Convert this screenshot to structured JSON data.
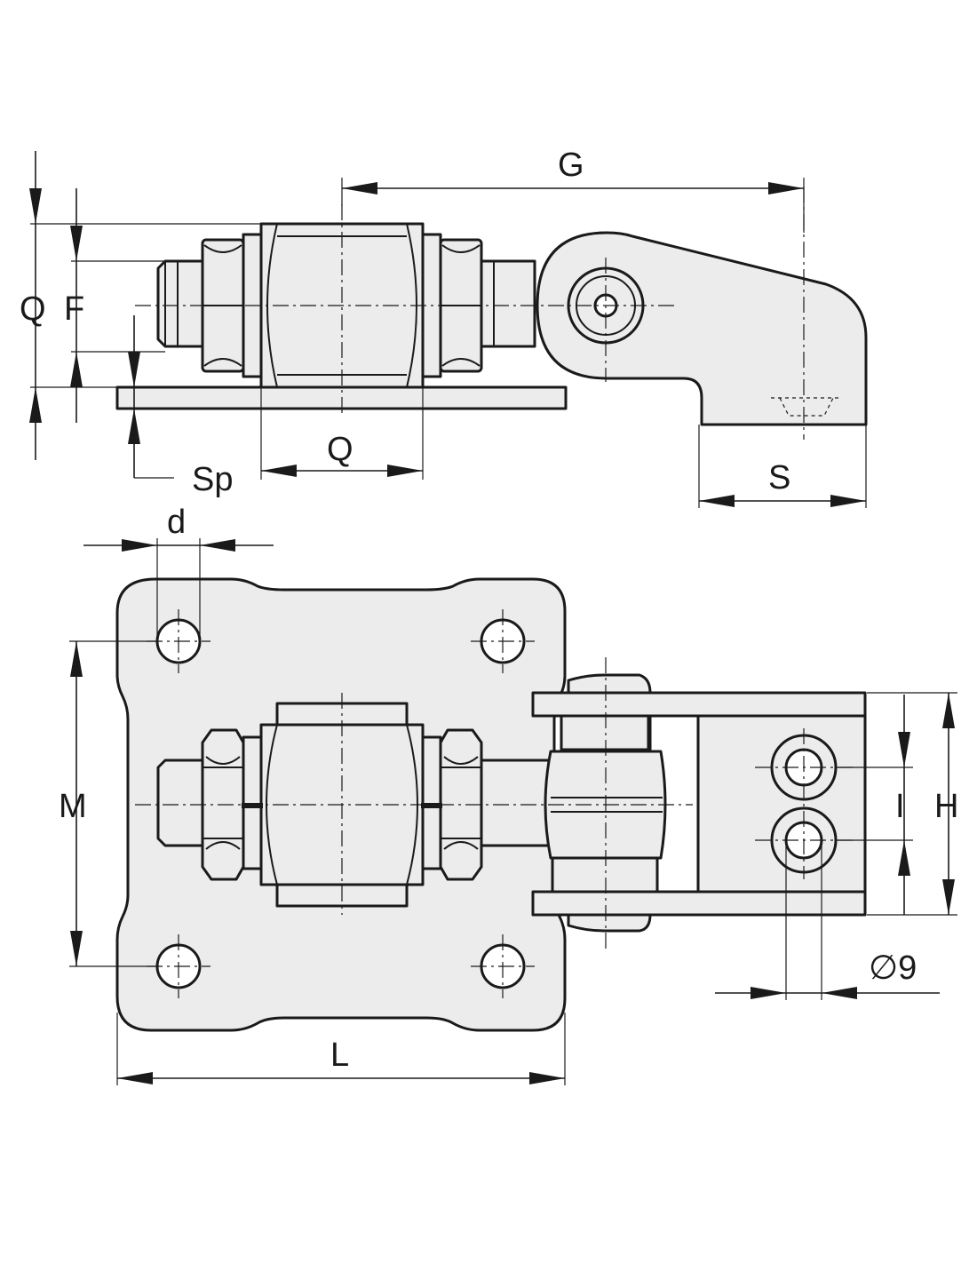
{
  "labels": {
    "G": "G",
    "Q_side": "Q",
    "F": "F",
    "Q_bottom": "Q",
    "Sp": "Sp",
    "S": "S",
    "d": "d",
    "M": "M",
    "I": "I",
    "H": "H",
    "dia9": "∅9",
    "L": "L"
  },
  "colors": {
    "line": "#1a1a1a",
    "fill": "#ececec",
    "background": "#ffffff"
  }
}
